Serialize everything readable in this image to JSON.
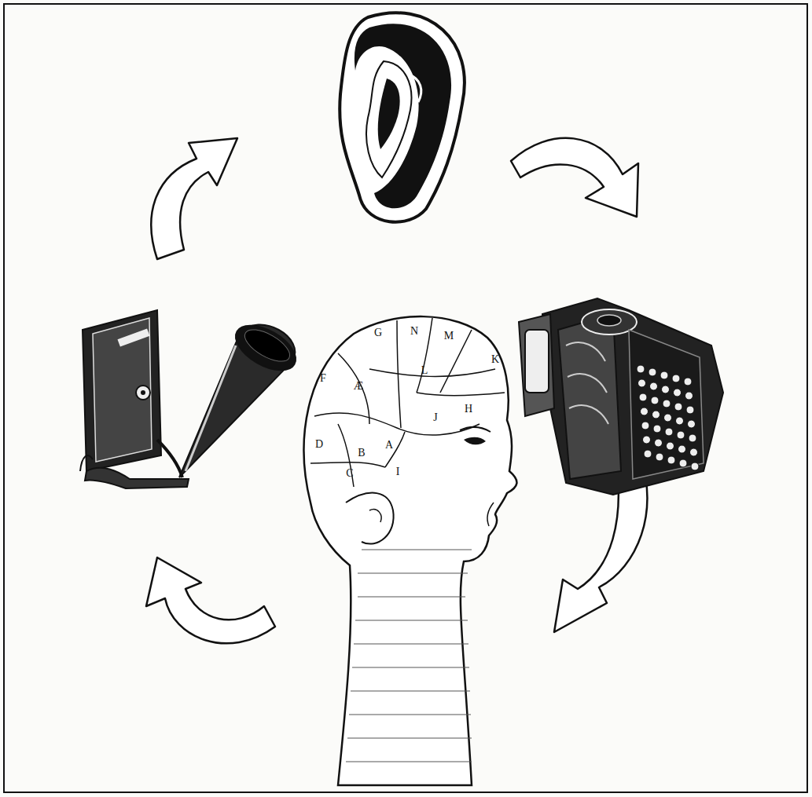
{
  "diagram": {
    "labels": [
      "G",
      "N",
      "M",
      "K",
      "L",
      "H",
      "J",
      "F",
      "Æ",
      "D",
      "B",
      "A",
      "C",
      "I"
    ]
  }
}
